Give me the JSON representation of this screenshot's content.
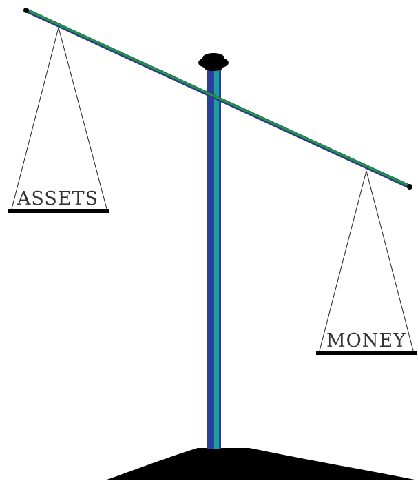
{
  "scale": {
    "left_pan": {
      "label": "ASSETS"
    },
    "right_pan": {
      "label": "MONEY"
    },
    "heavier_side": "right"
  },
  "colors": {
    "background": "#ffffff",
    "beam_green": "#1f9a3a",
    "beam_blue": "#2b3b8f",
    "post_blue": "#2a3f9a",
    "post_teal": "#1aa0a0",
    "base_black": "#000000",
    "string_black": "#222222"
  }
}
